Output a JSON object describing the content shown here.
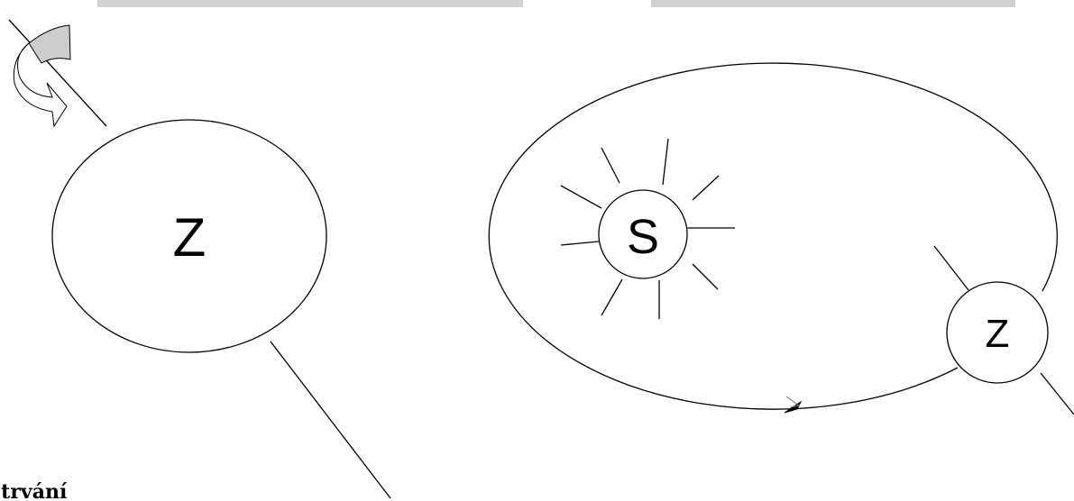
{
  "earth_large": {
    "label": "Z"
  },
  "sun": {
    "label": "S"
  },
  "earth_small": {
    "label": "Z"
  },
  "caption": {
    "text": "ka trvání"
  },
  "colors": {
    "line": "#000000",
    "rotation_arrow_fill": "#cccccc",
    "top_bar": "#d0d0d0",
    "background": "#ffffff"
  }
}
